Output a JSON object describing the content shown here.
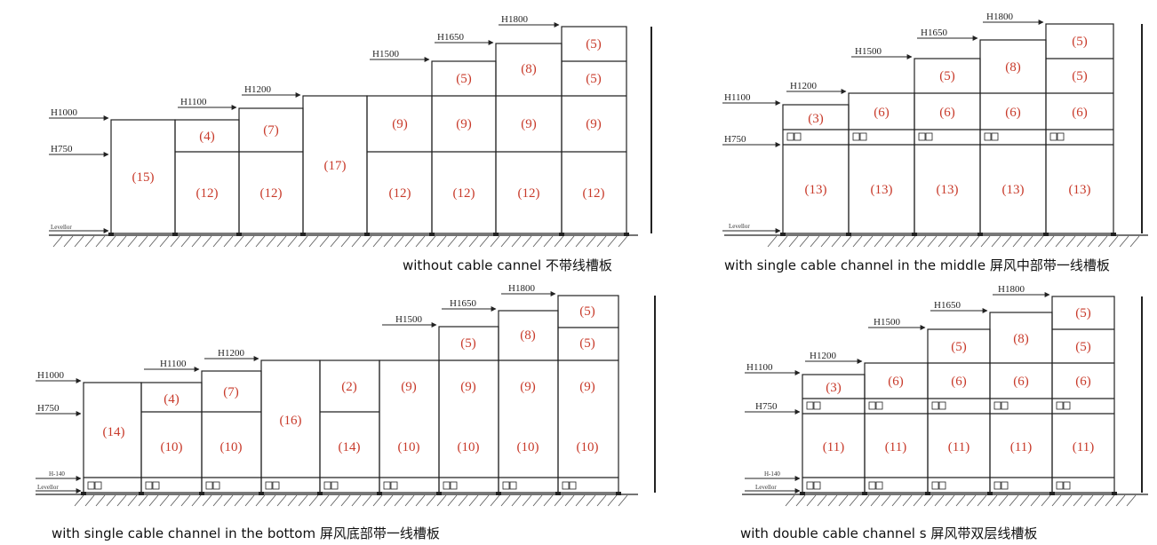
{
  "diagrams": [
    {
      "caption": "without  cable  cannel  不带线槽板",
      "levellor": "Levellor",
      "heights": [
        {
          "label": "H1000"
        },
        {
          "label": "H750"
        },
        {
          "label": "H1100"
        },
        {
          "label": "H1200"
        },
        {
          "label": "H1500"
        },
        {
          "label": "H1650"
        },
        {
          "label": "H1800"
        }
      ],
      "numbers": [
        "(15)",
        "(4)",
        "(12)",
        "(7)",
        "(12)",
        "(17)",
        "(9)",
        "(12)",
        "(5)",
        "(9)",
        "(12)",
        "(8)",
        "(9)",
        "(12)",
        "(5)",
        "(5)",
        "(9)",
        "(12)"
      ]
    },
    {
      "caption": "with single cable channel in the middle  屏风中部带一线槽板",
      "levellor": "Levellor",
      "heights": [
        {
          "label": "H1100"
        },
        {
          "label": "H750"
        },
        {
          "label": "H1200"
        },
        {
          "label": "H1500"
        },
        {
          "label": "H1650"
        },
        {
          "label": "H1800"
        }
      ],
      "numbers": [
        "(3)",
        "(13)",
        "(6)",
        "(13)",
        "(5)",
        "(6)",
        "(13)",
        "(8)",
        "(6)",
        "(13)",
        "(5)",
        "(5)",
        "(6)",
        "(13)"
      ]
    },
    {
      "caption": "with single cable channel in the bottom  屏风底部带一线槽板",
      "levellor": "Levellor",
      "h140": "H-140",
      "heights": [
        {
          "label": "H1000"
        },
        {
          "label": "H750"
        },
        {
          "label": "H1100"
        },
        {
          "label": "H1200"
        },
        {
          "label": "H1500"
        },
        {
          "label": "H1650"
        },
        {
          "label": "H1800"
        }
      ],
      "numbers": [
        "(14)",
        "(4)",
        "(10)",
        "(7)",
        "(10)",
        "(16)",
        "(2)",
        "(14)",
        "(9)",
        "(10)",
        "(5)",
        "(9)",
        "(10)",
        "(8)",
        "(9)",
        "(10)",
        "(5)",
        "(5)",
        "(9)",
        "(10)"
      ]
    },
    {
      "caption": "with double cable channel s  屏风带双层线槽板",
      "levellor": "Levellor",
      "h140": "H-140",
      "heights": [
        {
          "label": "H1100"
        },
        {
          "label": "H750"
        },
        {
          "label": "H1200"
        },
        {
          "label": "H1500"
        },
        {
          "label": "H1650"
        },
        {
          "label": "H1800"
        }
      ],
      "numbers": [
        "(3)",
        "(11)",
        "(6)",
        "(11)",
        "(5)",
        "(6)",
        "(11)",
        "(8)",
        "(6)",
        "(11)",
        "(5)",
        "(5)",
        "(6)",
        "(11)"
      ]
    }
  ],
  "colors": {
    "line": "#222222",
    "number": "#c83a2a",
    "hatch": "#555555"
  }
}
